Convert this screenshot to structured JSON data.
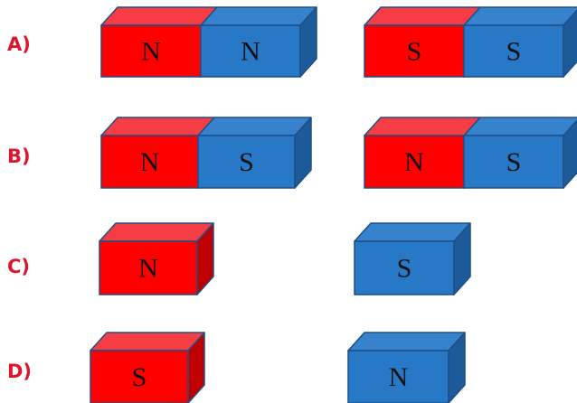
{
  "colors": {
    "north_front": "#ff0000",
    "north_top": "#f73d44",
    "north_side": "#c00000",
    "south_front": "#2878c8",
    "south_top": "#3782cd",
    "south_side": "#1c5a9a",
    "edge": "#1e4f86",
    "label": "#e0142c"
  },
  "rows": [
    {
      "label": "A)",
      "magnets": [
        {
          "segments": [
            {
              "pole": "N",
              "color": "north"
            },
            {
              "pole": "N",
              "color": "south"
            }
          ]
        },
        {
          "segments": [
            {
              "pole": "S",
              "color": "north"
            },
            {
              "pole": "S",
              "color": "south"
            }
          ]
        }
      ]
    },
    {
      "label": "B)",
      "magnets": [
        {
          "segments": [
            {
              "pole": "N",
              "color": "north"
            },
            {
              "pole": "S",
              "color": "south"
            }
          ]
        },
        {
          "segments": [
            {
              "pole": "N",
              "color": "north"
            },
            {
              "pole": "S",
              "color": "south"
            }
          ]
        }
      ]
    },
    {
      "label": "C)",
      "magnets": [
        {
          "segments": [
            {
              "pole": "N",
              "color": "north"
            }
          ]
        },
        {
          "segments": [
            {
              "pole": "S",
              "color": "south"
            }
          ]
        }
      ]
    },
    {
      "label": "D)",
      "magnets": [
        {
          "segments": [
            {
              "pole": "S",
              "color": "north"
            }
          ]
        },
        {
          "segments": [
            {
              "pole": "N",
              "color": "south"
            }
          ]
        }
      ]
    }
  ]
}
